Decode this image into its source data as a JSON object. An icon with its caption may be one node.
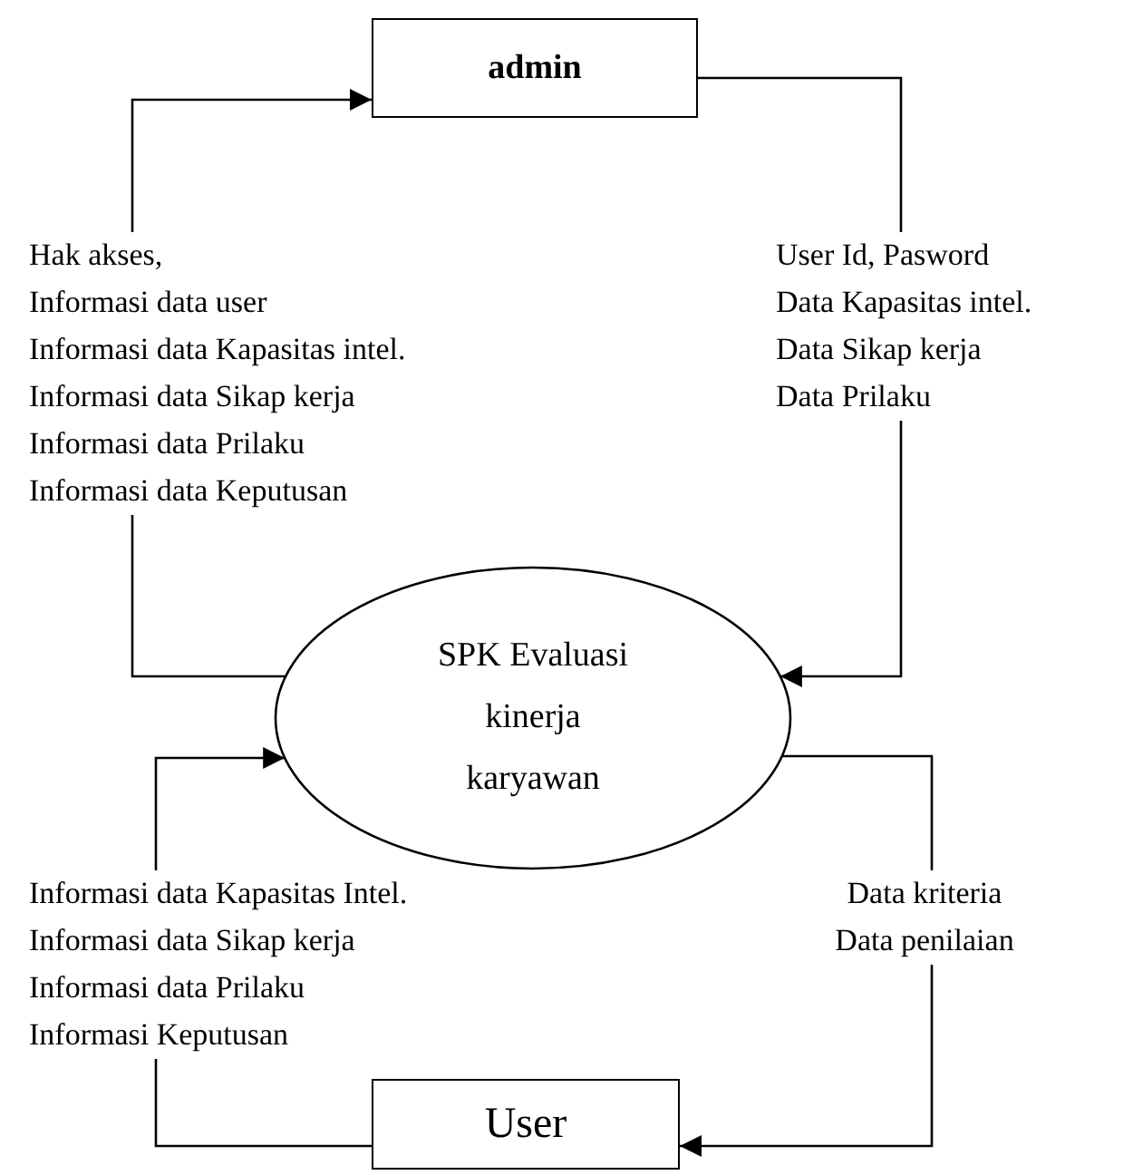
{
  "diagram": {
    "nodes": [
      {
        "text": [
          "admin"
        ]
      },
      {
        "text": [
          "SPK Evaluasi kinerja karyawan"
        ]
      },
      {
        "text": [
          "User"
        ]
      }
    ],
    "edges": [
      {
        "from": 1,
        "to": 0,
        "arrow": "to",
        "label": "Hak akses, Informasi data user Informasi data Kapasitas intel. Informasi data Sikap kerja Informasi data Prilaku Informasi data Keputusan"
      },
      {
        "from": 0,
        "to": 1,
        "arrow": "to",
        "label": "User Id, Pasword Data Kapasitas intel. Data Sikap kerja Data Prilaku"
      },
      {
        "from": 2,
        "to": 1,
        "arrow": "to",
        "label": "Informasi data Kapasitas Intel. Informasi data Sikap kerja Informasi data Prilaku Informasi Keputusan"
      },
      {
        "from": 1,
        "to": 2,
        "arrow": "to",
        "label": "Data kriteria Data penilaian"
      }
    ]
  }
}
